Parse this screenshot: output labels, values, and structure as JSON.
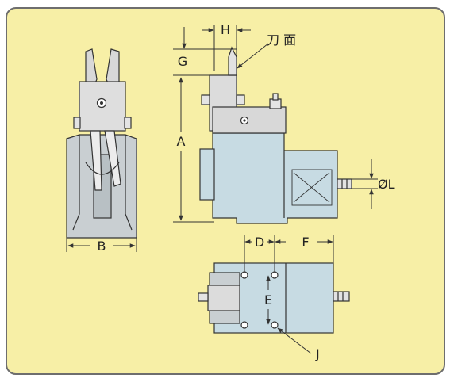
{
  "colors": {
    "panel": "#f7efa6",
    "panel_border": "#6e6e6e",
    "body_blue": "#c7dbe3",
    "base_gray": "#c9cfd2",
    "metal": "#d8d8d8",
    "outline": "#333333"
  },
  "labels": {
    "H": "H",
    "cutting_face": "刀 面",
    "G": "G",
    "A": "A",
    "L": "ØL",
    "B": "B",
    "D": "D",
    "F": "F",
    "E": "E",
    "J": "J"
  }
}
